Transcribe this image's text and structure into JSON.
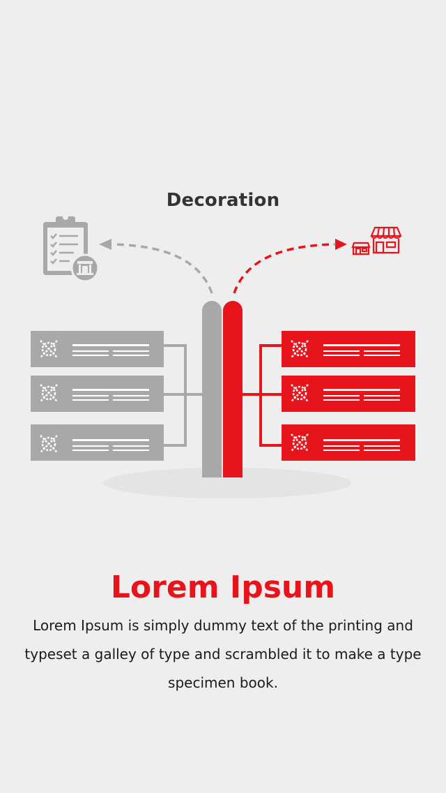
{
  "illustration": {
    "label": "Decoration",
    "left_icon": "clipboard-checklist-with-store-icon",
    "right_icon": "storefront-icon",
    "row_icon": "crossed-circle-icon",
    "colors": {
      "background": "#eeeeee",
      "accent": "#e8141b",
      "neutral": "#a8a8a8"
    }
  },
  "content": {
    "title": "Lorem Ipsum",
    "body": "Lorem Ipsum is simply dummy text of the printing and typeset a galley of type and scrambled it to make a type specimen book."
  }
}
